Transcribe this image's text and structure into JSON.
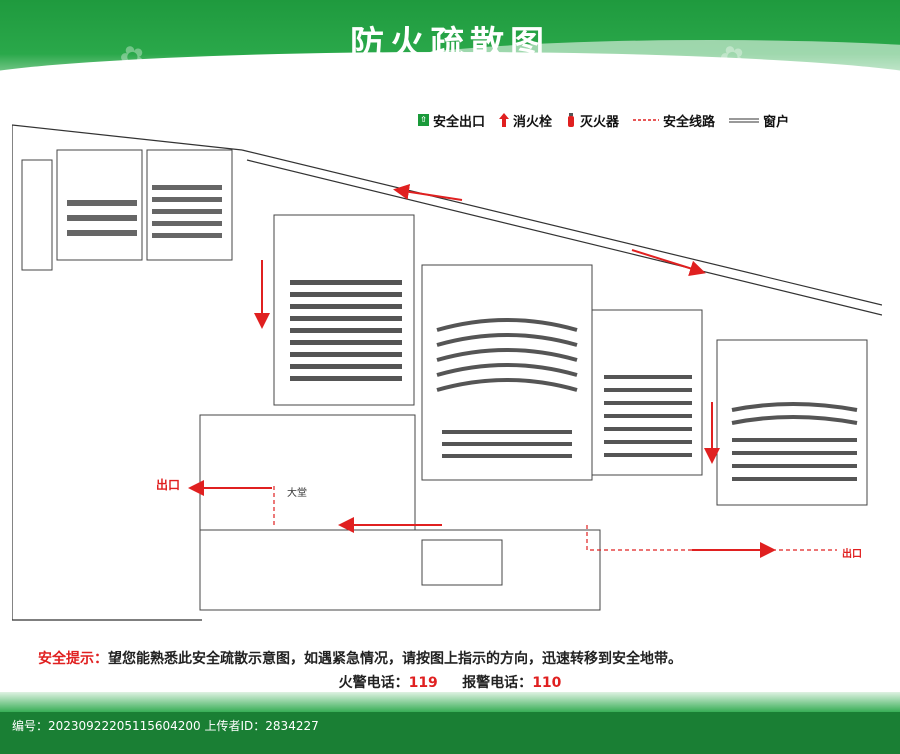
{
  "title": "防火疏散图",
  "legend": {
    "exit": "安全出口",
    "hydrant": "消火栓",
    "extinguisher": "灭火器",
    "route": "安全线路",
    "window": "窗户"
  },
  "plan": {
    "exit_left": "出口",
    "exit_right": "出口",
    "lobby": "大堂"
  },
  "tips": {
    "label": "安全提示：",
    "text": "望您能熟悉此安全疏散示意图，如遇紧急情况，请按图上指示的方向，迅速转移到安全地带。"
  },
  "phones": {
    "fire_label": "火警电话：",
    "fire_number": "119",
    "police_label": "报警电话：",
    "police_number": "110"
  },
  "footer": {
    "text": "编号：20230922205115604200  上传者ID：2834227"
  },
  "colors": {
    "brand_green": "#1f9a3e",
    "alert_red": "#e02020"
  }
}
